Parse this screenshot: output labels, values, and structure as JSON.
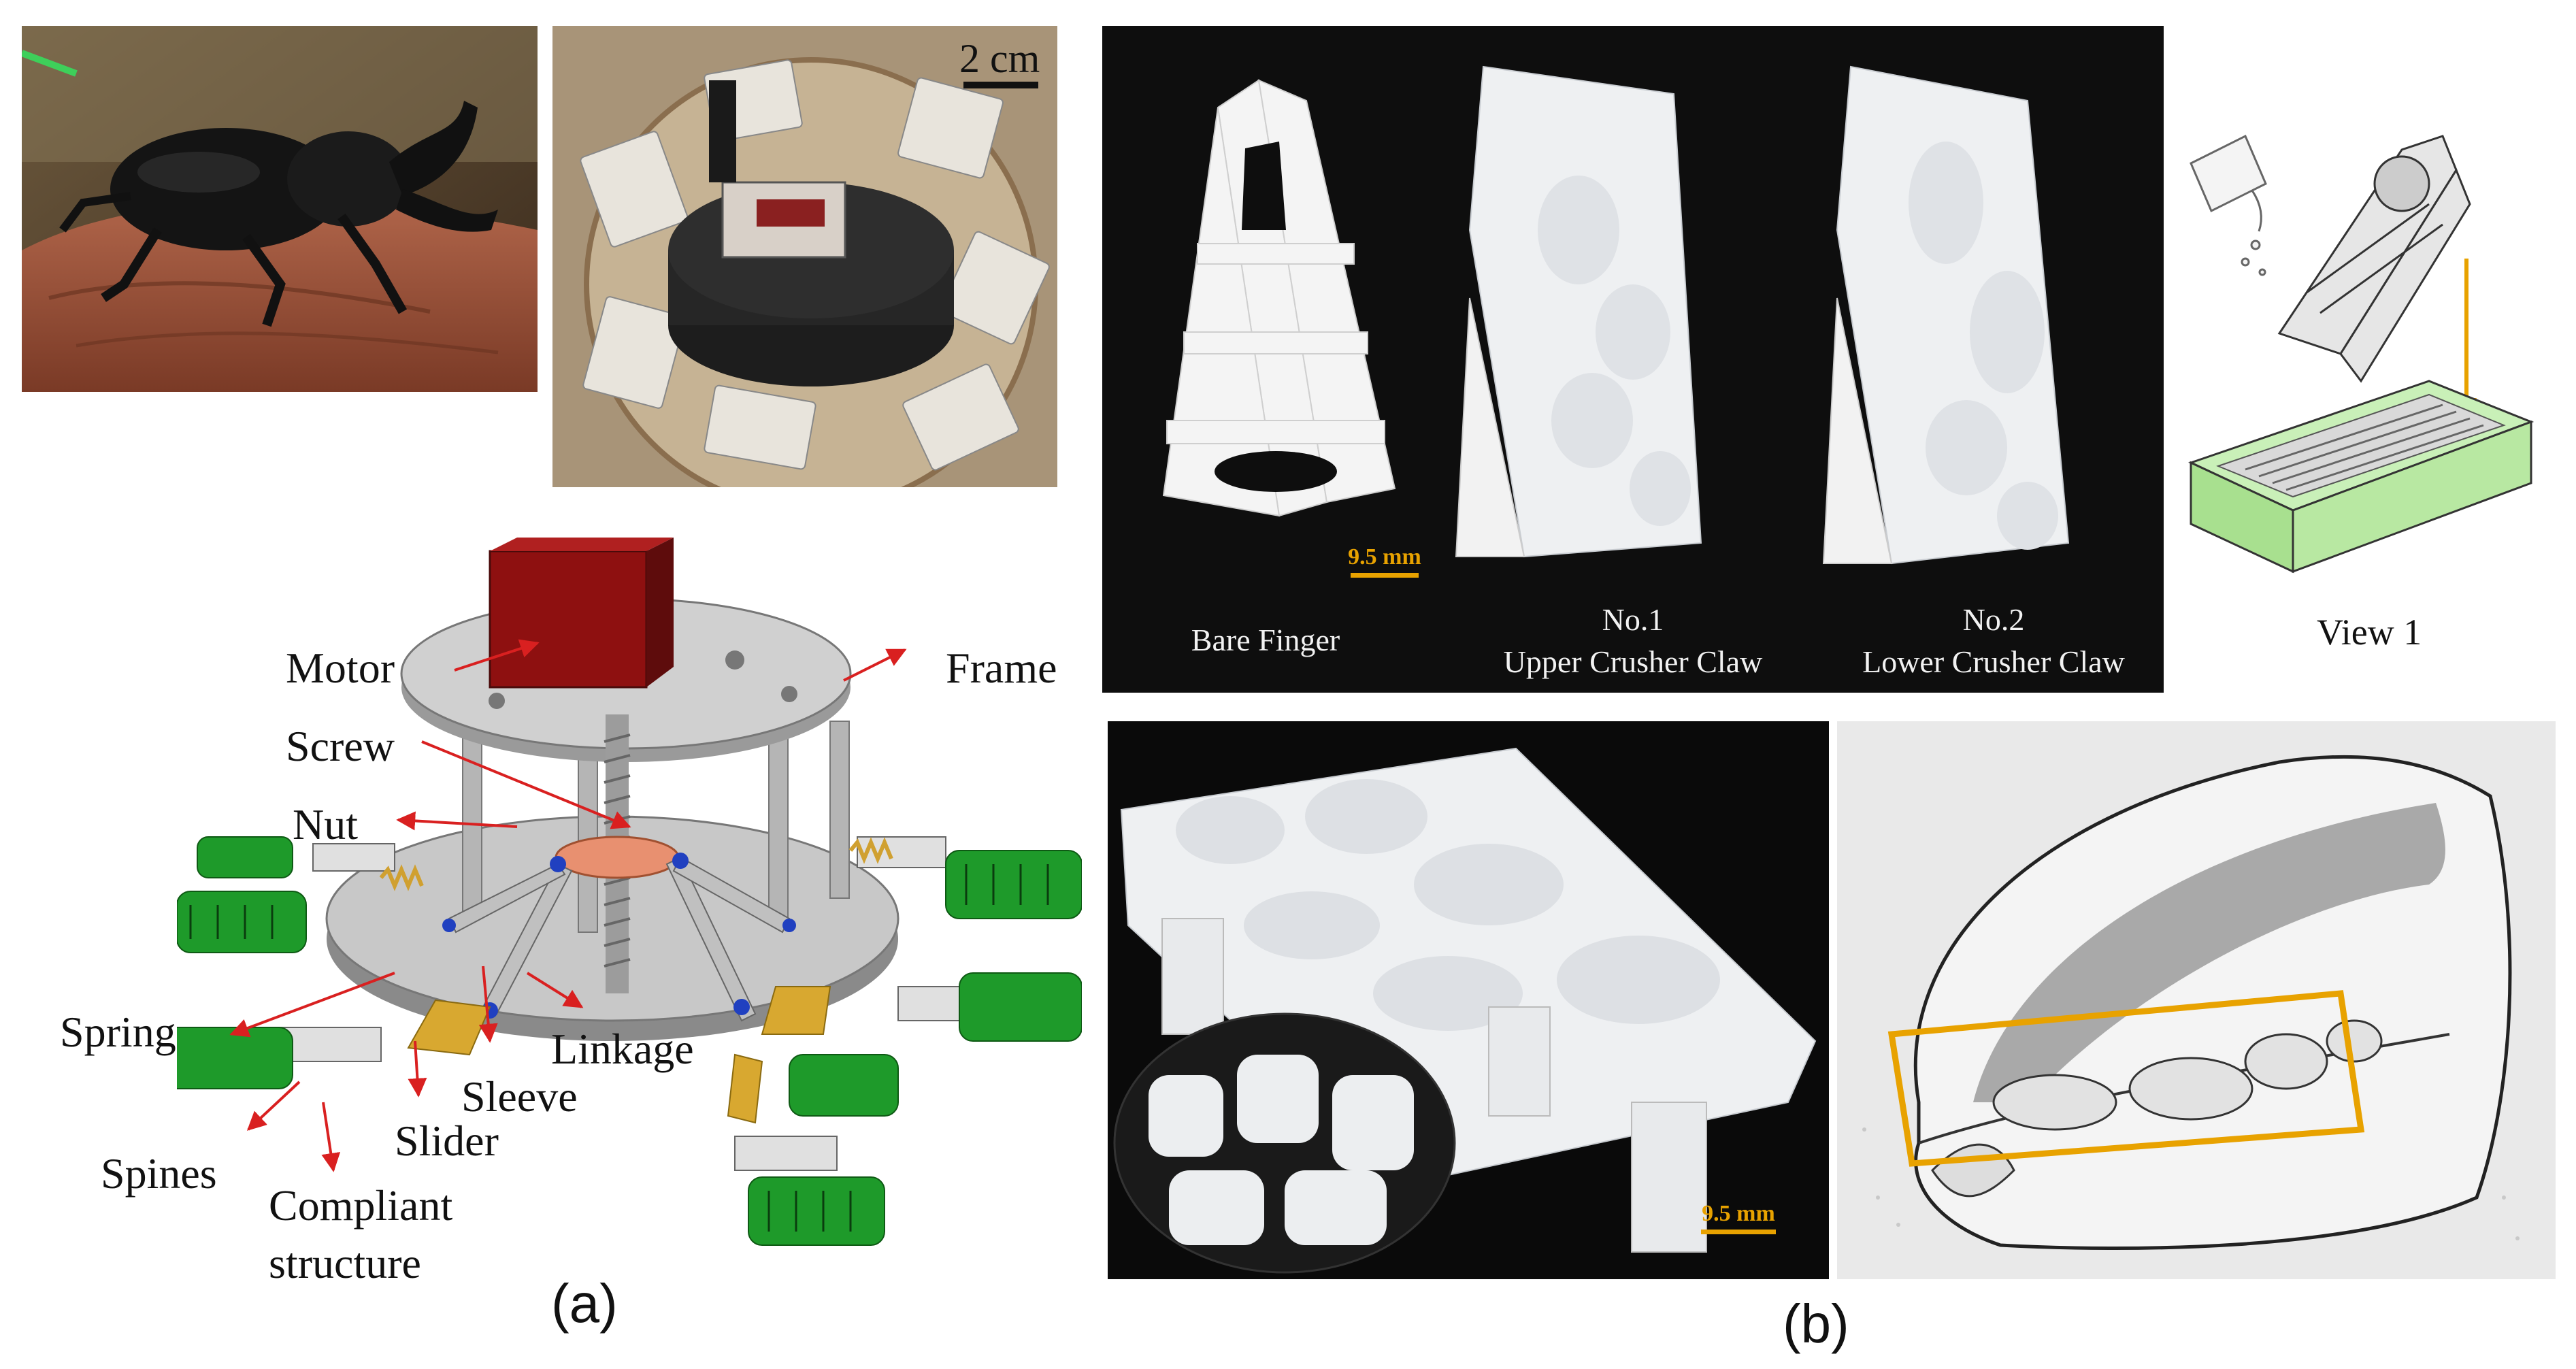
{
  "panel_a": {
    "photo2_scale": "2 cm",
    "labels": {
      "motor": "Motor",
      "frame": "Frame",
      "screw": "Screw",
      "nut": "Nut",
      "spring": "Spring",
      "linkage": "Linkage",
      "sleeve": "Sleeve",
      "slider": "Slider",
      "spines": "Spines",
      "compliant_1": "Compliant",
      "compliant_2": "structure"
    },
    "caption": "(a)"
  },
  "panel_b": {
    "fingers": [
      {
        "line1": "Bare Finger",
        "line2": ""
      },
      {
        "line1": "No.1",
        "line2": "Upper Crusher Claw"
      },
      {
        "line1": "No.2",
        "line2": "Lower Crusher Claw"
      }
    ],
    "finger_scale": "9.5 mm",
    "view_label": "View 1",
    "bottom_scale": "9.5 mm",
    "caption": "(b)"
  },
  "colors": {
    "accent_orange": "#e8a200",
    "arrow_red": "#d92020",
    "motor_red": "#8e1010",
    "spine_green": "#1e9a2a"
  }
}
